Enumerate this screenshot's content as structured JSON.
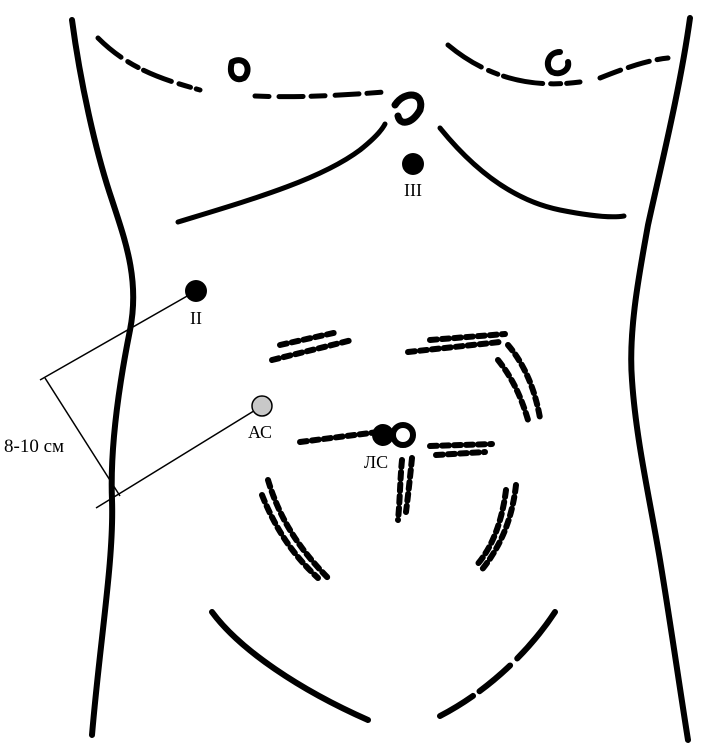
{
  "figure": {
    "port_labels": {
      "port_2": "II",
      "port_3": "III",
      "port_ac": "АС",
      "port_lc": "ЛС"
    },
    "distance_label": "8-10 см",
    "colors": {
      "ink": "#000000",
      "port_fill": "#000000",
      "port_ac_fill": "#c8c8c8"
    }
  }
}
